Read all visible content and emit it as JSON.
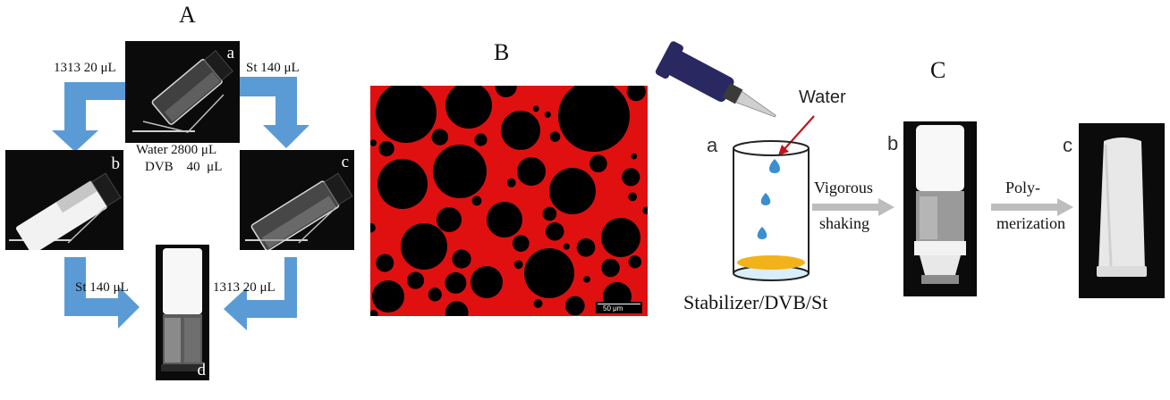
{
  "panelA": {
    "title": "A",
    "vial_a": "a",
    "vial_b": "b",
    "vial_c": "c",
    "vial_d": "d",
    "arrow_top_left": "1313 20 μL",
    "arrow_top_right": "St 140 μL",
    "arrow_bottom_left": "St 140 μL",
    "arrow_bottom_right": "1313 20 μL",
    "water_line": "Water 2800 μL",
    "dvb_line": "DVB    40  μL",
    "arrow_color": "#5b9bd5"
  },
  "panelB": {
    "title": "B",
    "scale_bar": "50 μm",
    "bubble_color": "#e01010"
  },
  "panelC": {
    "title": "C",
    "step_a": "a",
    "step_b": "b",
    "step_c": "c",
    "water_label": "Water",
    "shake_line1": "Vigorous",
    "shake_line2": "shaking",
    "poly_line1": "Poly-",
    "poly_line2": "merization",
    "stabilizer_label": "Stabilizer/DVB/St",
    "pipette_color": "#2a2860",
    "droplet_color": "#3b8fd1",
    "stabilizer_color": "#f2b21a",
    "water_arrow_color": "#c0141c"
  }
}
